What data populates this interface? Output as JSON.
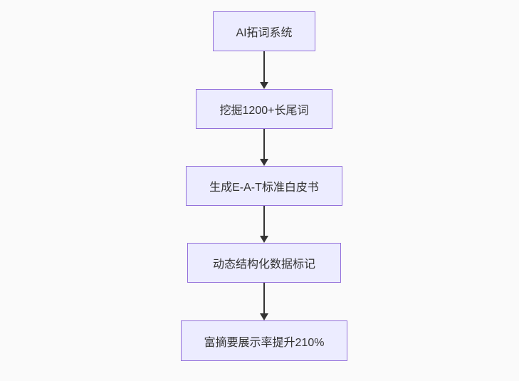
{
  "page": {
    "background": "#fafafa"
  },
  "flowchart": {
    "type": "vertical-flowchart",
    "node_fill": "#ECECFF",
    "node_border": "#9370DB",
    "text_color": "#333333",
    "arrow_color": "#333333",
    "nodes": [
      {
        "id": "A",
        "label": "AI拓词系统"
      },
      {
        "id": "B",
        "label": "挖掘1200+长尾词"
      },
      {
        "id": "C",
        "label": "生成E-A-T标准白皮书"
      },
      {
        "id": "D",
        "label": "动态结构化数据标记"
      },
      {
        "id": "E",
        "label": "富摘要展示率提升210%"
      }
    ],
    "edges": [
      {
        "from": "A",
        "to": "B"
      },
      {
        "from": "B",
        "to": "C"
      },
      {
        "from": "C",
        "to": "D"
      },
      {
        "from": "D",
        "to": "E"
      }
    ]
  }
}
